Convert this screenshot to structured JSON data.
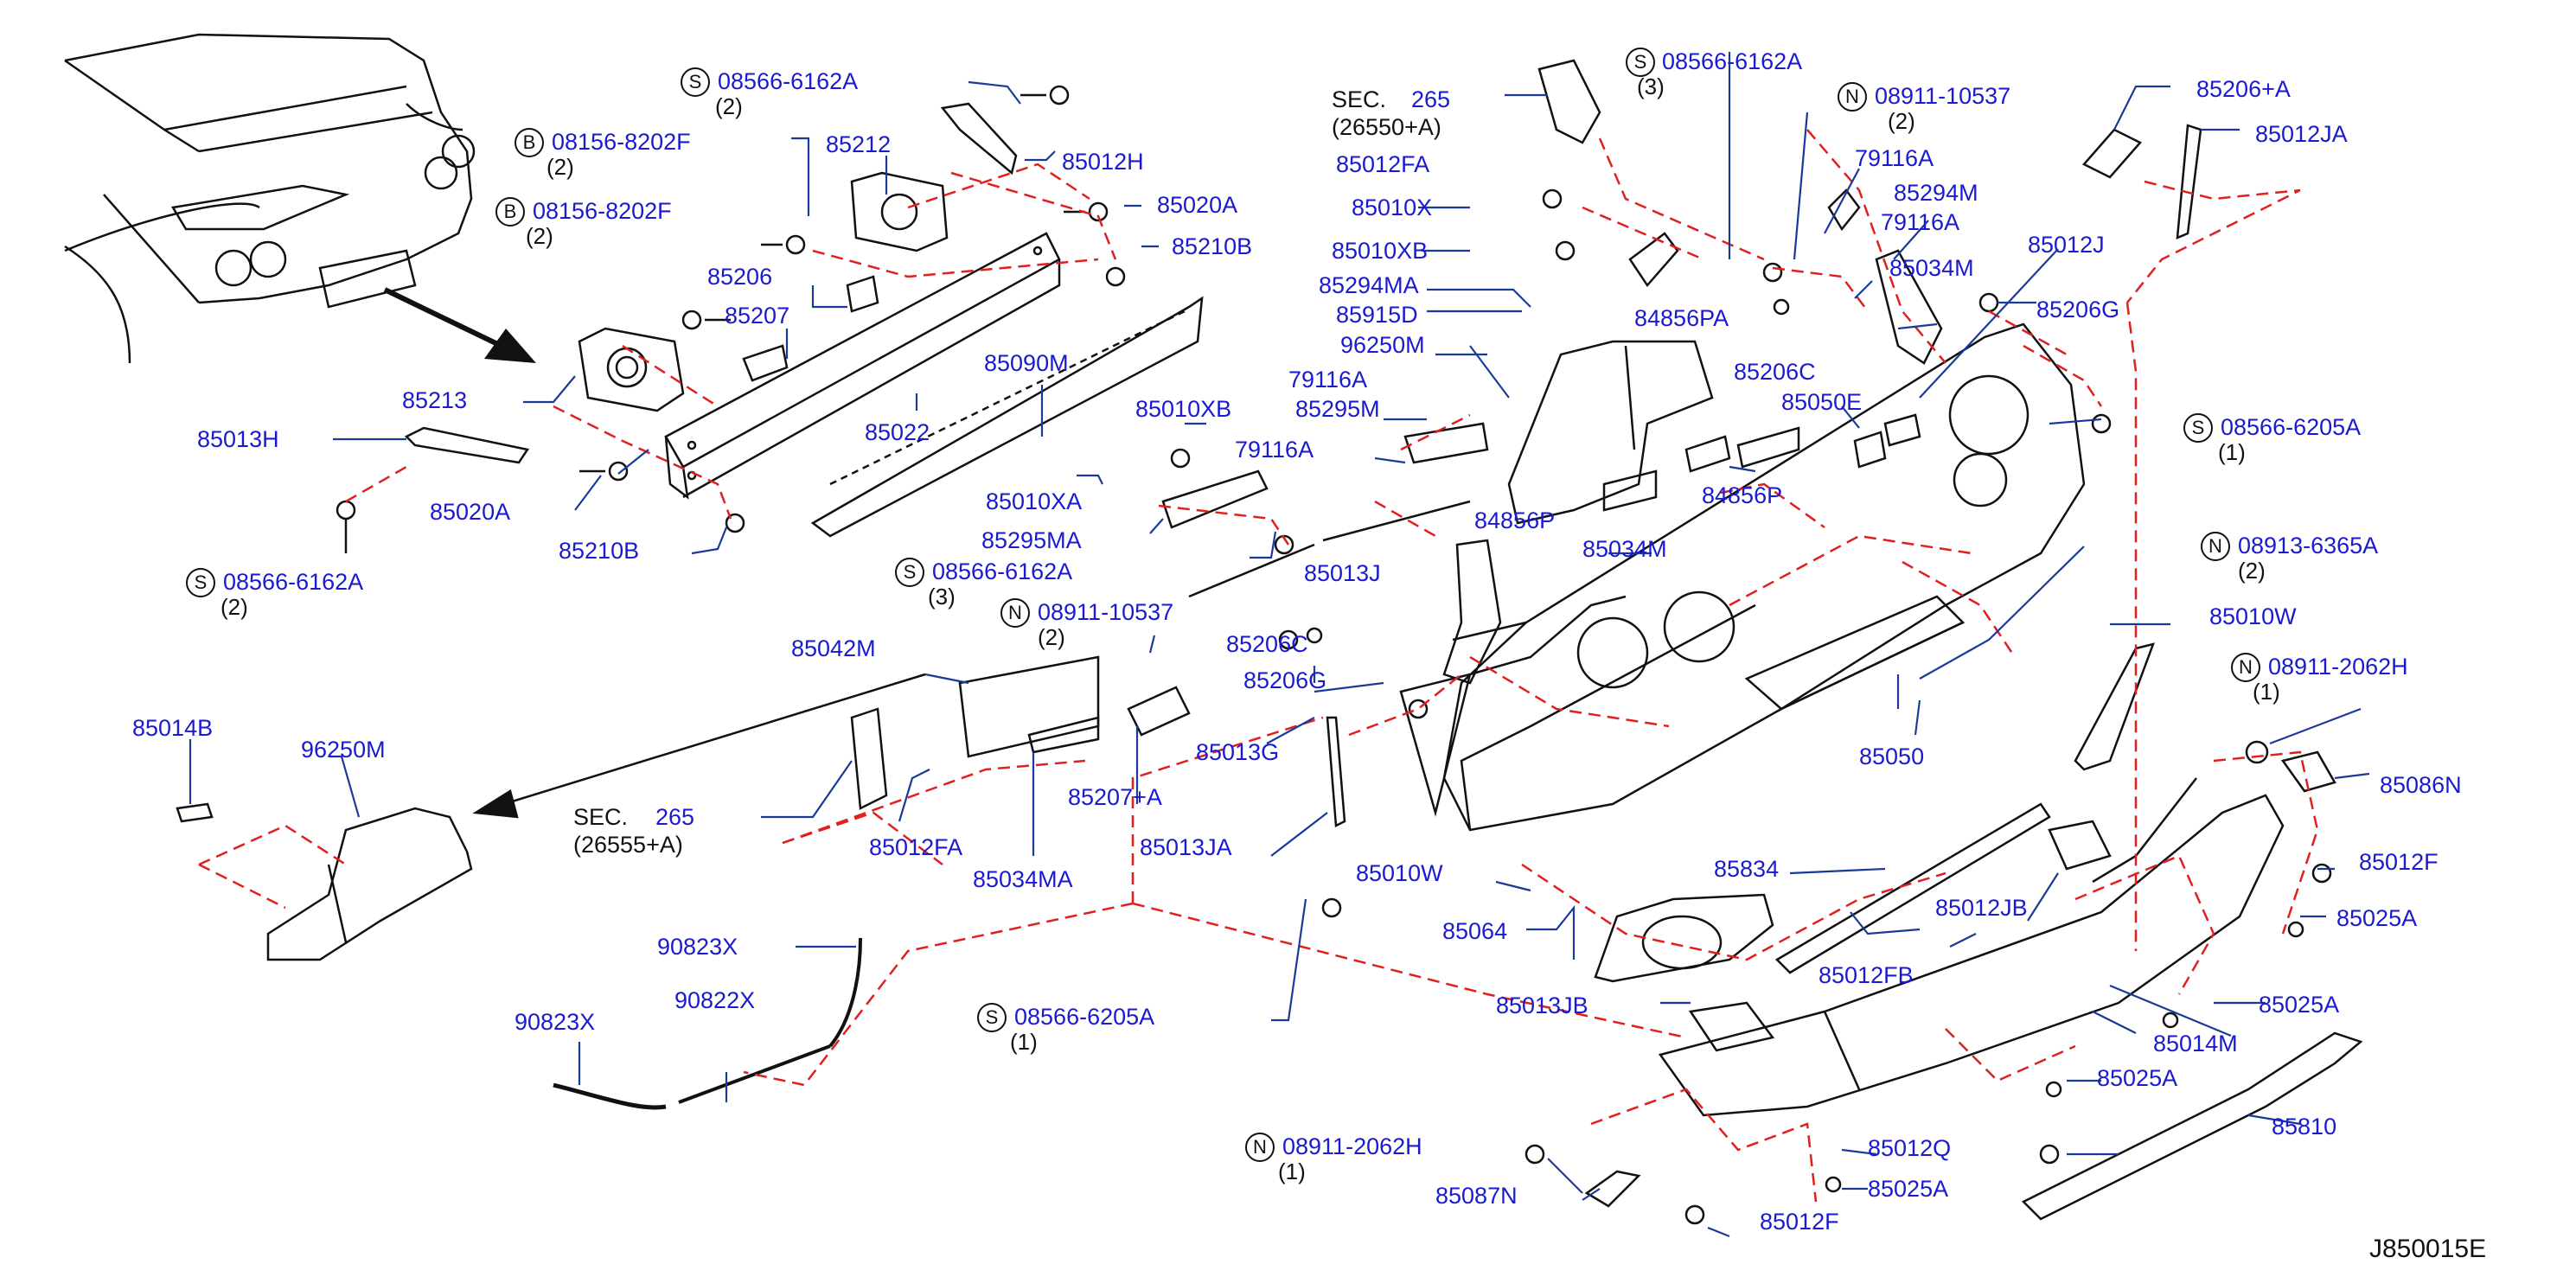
{
  "diagram_code": "J850015E",
  "colors": {
    "label": "#1a1ad0",
    "leader": "#1a3a9a",
    "dash": "#e02020",
    "part": "#111111"
  },
  "labels": {
    "p85213": "85213",
    "p85013H": "85013H",
    "p85020A_1": "85020A",
    "p85210B_1": "85210B",
    "p85206": "85206",
    "p85207": "85207",
    "p85212": "85212",
    "p85012H": "85012H",
    "p85020A_2": "85020A",
    "p85210B_2": "85210B",
    "p85022": "85022",
    "p85090M": "85090M",
    "p85010XB_1": "85010XB",
    "p85010XA": "85010XA",
    "p85295MA": "85295MA",
    "p79116A_1": "79116A",
    "p79116A_2": "79116A",
    "p85295M": "85295M",
    "p96250M_1": "96250M",
    "p85915D": "85915D",
    "p85294MA": "85294MA",
    "p85010XB_2": "85010XB",
    "p85010X": "85010X",
    "p85012FA_1": "85012FA",
    "p85012FA_2": "85012FA",
    "p84856PA": "84856PA",
    "p84856P_1": "84856P",
    "p84856P_2": "84856P",
    "p85206C_1": "85206C",
    "p85206C_2": "85206C",
    "p85050E": "85050E",
    "p79116A_3": "79116A",
    "p79116A_4": "79116A",
    "p85294M": "85294M",
    "p85012J": "85012J",
    "p85034M_1": "85034M",
    "p85034M_2": "85034M",
    "p85206G_1": "85206G",
    "p85206G_2": "85206G",
    "p85206A": "85206+A",
    "p85012JA": "85012JA",
    "p85013J": "85013J",
    "p85042M": "85042M",
    "p85207A": "85207+A",
    "p85034MA": "85034MA",
    "p85013G": "85013G",
    "p85013JA": "85013JA",
    "p85014B": "85014B",
    "p96250M_2": "96250M",
    "p85010W_1": "85010W",
    "p85010W_2": "85010W",
    "p85050": "85050",
    "p85064": "85064",
    "p85834": "85834",
    "p85012JB": "85012JB",
    "p85012FB": "85012FB",
    "p85013JB": "85013JB",
    "p85086N": "85086N",
    "p85012F_1": "85012F",
    "p85012F_2": "85012F",
    "p85025A_1": "85025A",
    "p85025A_2": "85025A",
    "p85025A_3": "85025A",
    "p85025A_4": "85025A",
    "p85014M": "85014M",
    "p85012Q": "85012Q",
    "p85810": "85810",
    "p85087N": "85087N",
    "p90823X_1": "90823X",
    "p90823X_2": "90823X",
    "p90822X": "90822X"
  },
  "fasteners": {
    "s1": {
      "sym": "S",
      "part": "08566-6162A",
      "qty": "(2)"
    },
    "s2": {
      "sym": "S",
      "part": "08566-6162A",
      "qty": "(2)"
    },
    "s3": {
      "sym": "S",
      "part": "08566-6162A",
      "qty": "(3)"
    },
    "s4": {
      "sym": "S",
      "part": "08566-6162A",
      "qty": "(3)"
    },
    "s5": {
      "sym": "S",
      "part": "08566-6205A",
      "qty": "(1)"
    },
    "s6": {
      "sym": "S",
      "part": "08566-6205A",
      "qty": "(1)"
    },
    "b1": {
      "sym": "B",
      "part": "08156-8202F",
      "qty": "(2)"
    },
    "b2": {
      "sym": "B",
      "part": "08156-8202F",
      "qty": "(2)"
    },
    "n1": {
      "sym": "N",
      "part": "08911-10537",
      "qty": "(2)"
    },
    "n2": {
      "sym": "N",
      "part": "08911-10537",
      "qty": "(2)"
    },
    "n3": {
      "sym": "N",
      "part": "08913-6365A",
      "qty": "(2)"
    },
    "n4": {
      "sym": "N",
      "part": "08911-2062H",
      "qty": "(1)"
    },
    "n5": {
      "sym": "N",
      "part": "08911-2062H",
      "qty": "(1)"
    }
  },
  "sections": {
    "sec1": {
      "prefix": "SEC.",
      "num": "265",
      "ref": "(26550+A)"
    },
    "sec2": {
      "prefix": "SEC.",
      "num": "265",
      "ref": "(26555+A)"
    }
  }
}
